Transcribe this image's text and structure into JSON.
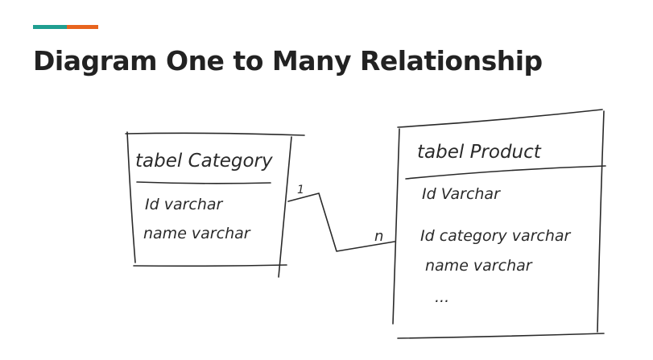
{
  "header": {
    "title": "Diagram One to Many Relationship",
    "accent_colors": [
      "#1f9e90",
      "#e8641e"
    ]
  },
  "diagram": {
    "colors": {
      "ink": "#2a2a2a"
    },
    "tables": [
      {
        "title": "tabel Category",
        "fields": [
          "Id  varchar",
          "name  varchar"
        ]
      },
      {
        "title": "tabel Product",
        "fields": [
          "Id  Varchar",
          "Id category varchar",
          "name  varchar",
          "..."
        ]
      }
    ],
    "relationship": {
      "left_label": "1",
      "right_label": "n"
    }
  }
}
